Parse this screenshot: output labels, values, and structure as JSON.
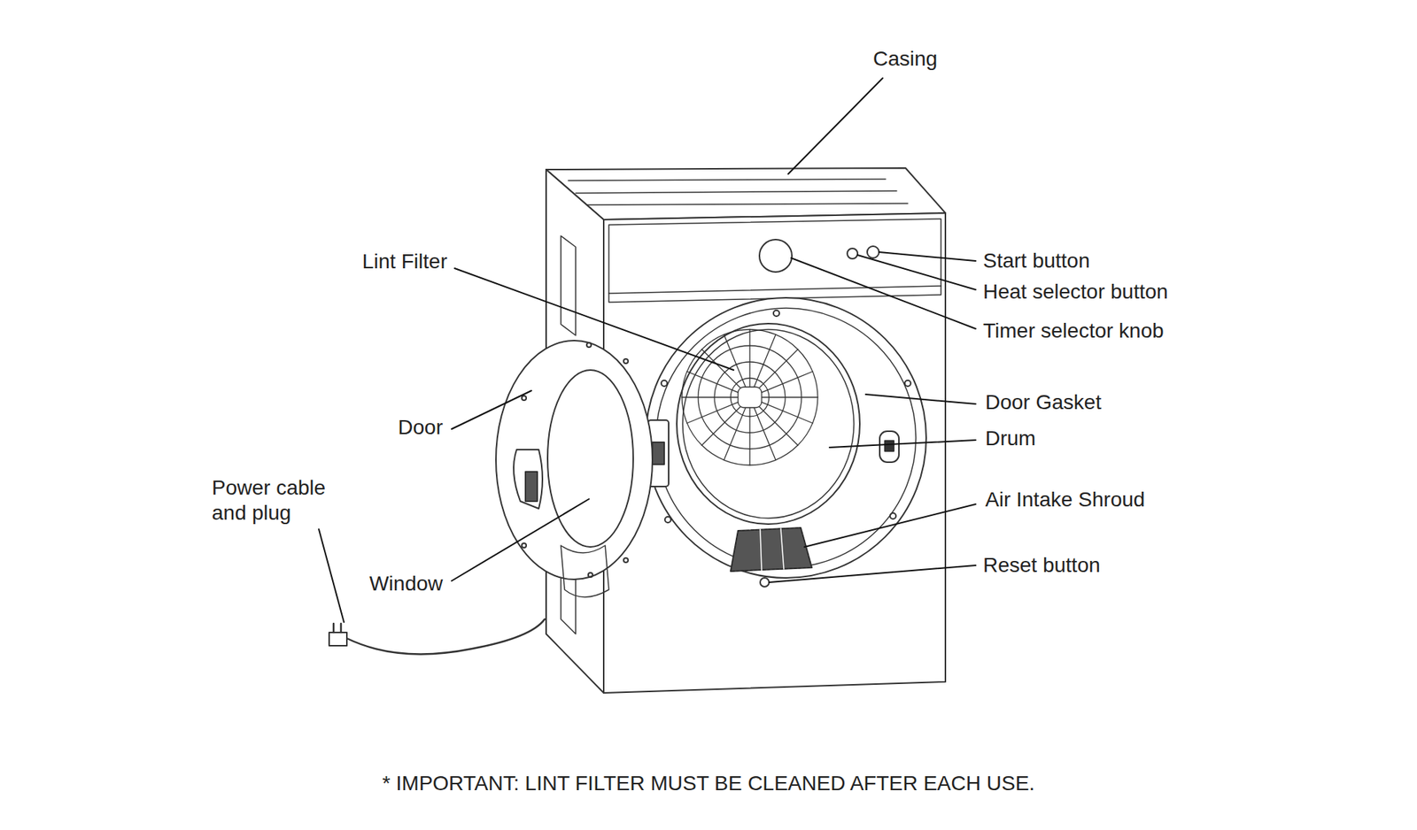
{
  "diagram": {
    "caption": "* IMPORTANT: LINT FILTER MUST BE CLEANED AFTER EACH USE.",
    "labels": [
      "Casing",
      "Lint Filter",
      "Start button",
      "Heat selector button",
      "Timer selector knob",
      "Door Gasket",
      "Door",
      "Drum",
      "Power cable and plug",
      "Air Intake Shroud",
      "Window",
      "Reset button"
    ]
  }
}
